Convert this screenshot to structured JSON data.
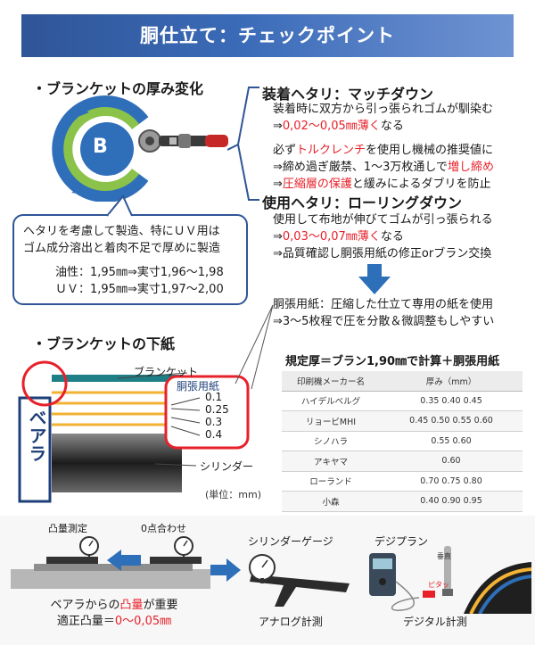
{
  "title": "胴仕立て：チェックポイント",
  "blanket_thickness": {
    "heading": "・ブランケットの厚み変化",
    "badge": "B",
    "bubble": {
      "line1": "ヘタリを考慮して製造、特にＵＶ用は",
      "line2": "ゴム成分溶出と着肉不足で厚めに製造",
      "oil": "油性：1,95㎜⇒実寸1,96～1,98",
      "uv": "ＵＶ：1,95㎜⇒実寸1,97～2,00"
    }
  },
  "mount_sag": {
    "heading": "装着ヘタリ：マッチダウン",
    "line1": "装着時に双方から引っ張られゴムが馴染む",
    "line2_prefix": "⇒",
    "line2_red": "0,02～0,05㎜薄く",
    "line2_suffix": "なる",
    "line3_a": "必ず",
    "line3_red": "トルクレンチ",
    "line3_b": "を使用し機械の推奨値に",
    "line4_a": "⇒締め過ぎ厳禁、1～3万枚通しで",
    "line4_red": "増し締め",
    "line5_a": "⇒",
    "line5_red": "圧縮層の保護",
    "line5_b": "と緩みによるダブリを防止"
  },
  "use_sag": {
    "heading": "使用ヘタリ：ローリングダウン",
    "line1": "使用して布地が伸びてゴムが引っ張られる",
    "line2_prefix": "⇒",
    "line2_red": "0,03～0,07㎜薄く",
    "line2_suffix": "なる",
    "line3": "⇒品質確認し胴張用紙の修正orブラン交換"
  },
  "packing": {
    "line1": "胴張用紙：圧縮した仕立て専用の紙を使用",
    "line2": "⇒3～5枚程で圧を分散＆微調整もしやすい"
  },
  "underlay": {
    "heading": "・ブランケットの下紙",
    "blanket_label": "ブランケット",
    "bearer_label": "ベアラ",
    "cylinder_label": "シリンダー",
    "unit": "(単位：mm)",
    "packing_box": {
      "title": "胴張用紙",
      "values": [
        "0.1",
        "0.25",
        "0.3",
        "0.4"
      ]
    }
  },
  "spec_table": {
    "title": "規定厚＝ブラン1,90㎜で計算＋胴張用紙",
    "headers": [
      "印刷機メーカー名",
      "厚み（mm）"
    ],
    "rows": [
      [
        "ハイデルベルグ",
        "0.35  0.40  0.45"
      ],
      [
        "リョービMHI",
        "0.45  0.50  0.55  0.60"
      ],
      [
        "シノハラ",
        "0.55  0.60"
      ],
      [
        "アキヤマ",
        "0.60"
      ],
      [
        "ローランド",
        "0.70  0.75  0.80"
      ],
      [
        "小森",
        "0.40  0.90  0.95"
      ]
    ]
  },
  "measurement": {
    "convex_label": "凸量測定",
    "zero_label": "0点合わせ",
    "caption_a": "ベアラからの",
    "caption_red": "凸量",
    "caption_b": "が重要",
    "proper_a": "適正凸量＝",
    "proper_red": "0～0,05㎜",
    "cylinder_gauge": "シリンダーゲージ",
    "analog": "アナログ計測",
    "digiplan": "デジプラン",
    "digital": "デジタル計測",
    "digi_tag": "ピタッ",
    "digi_vertical": "垂直"
  },
  "colors": {
    "title_bg": "#2f5597",
    "accent_red": "#e8202a",
    "arrow_blue": "#2e6fba"
  }
}
